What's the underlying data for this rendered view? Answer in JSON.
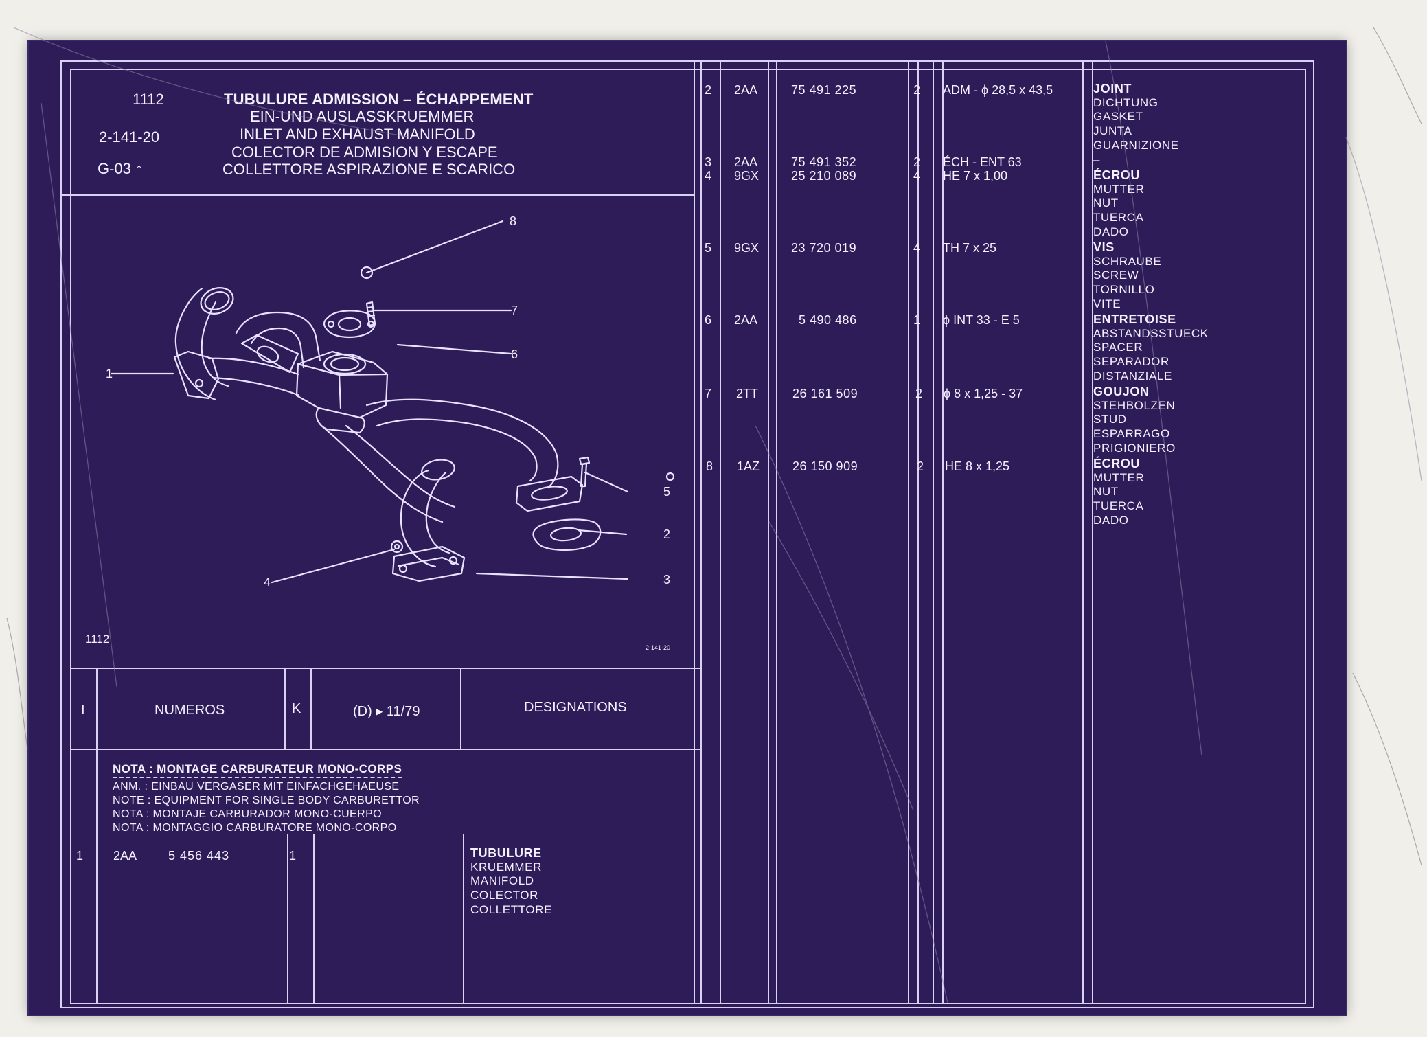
{
  "header": {
    "code": "1112",
    "ref": "2-141-20",
    "group": "G-03",
    "group_arrow": "↑",
    "titles": [
      "TUBULURE ADMISSION – ÉCHAPPEMENT",
      "EIN-UND AUSLASSKRUEMMER",
      "INLET AND EXHAUST MANIFOLD",
      "COLECTOR DE ADMISION Y ESCAPE",
      "COLLETTORE ASPIRAZIONE E SCARICO"
    ]
  },
  "diagram": {
    "code": "1112",
    "small_ref": "2-141-20",
    "callouts": [
      "1",
      "2",
      "3",
      "4",
      "5",
      "6",
      "7",
      "8"
    ]
  },
  "legend": {
    "col_index": "I",
    "col_numbers": "NUMEROS",
    "col_k": "K",
    "col_date": "(D) ▸ 11/79",
    "col_designations": "DESIGNATIONS"
  },
  "note": {
    "head": "NOTA : MONTAGE CARBURATEUR MONO-CORPS",
    "lines": [
      "ANM.   : EINBAU VERGASER MIT EINFACHGEHAEUSE",
      "NOTE  : EQUIPMENT FOR SINGLE BODY CARBURETTOR",
      "NOTA  : MONTAJE CARBURADOR MONO-CUERPO",
      "NOTA  : MONTAGGIO CARBURATORE MONO-CORPO"
    ],
    "part": {
      "index": "1",
      "code": "2AA",
      "number": "5 456 443",
      "qty": "1",
      "designations": [
        "TUBULURE",
        "KRUEMMER",
        "MANIFOLD",
        "COLECTOR",
        "COLLETTORE"
      ]
    }
  },
  "parts": [
    {
      "index": "2",
      "code": "2AA",
      "number": "75 491 225",
      "qty": "2",
      "spec": "ADM - ϕ 28,5 x 43,5",
      "designations": [
        "JOINT",
        "DICHTUNG",
        "GASKET",
        "JUNTA",
        "GUARNIZIONE",
        "–"
      ]
    },
    {
      "index": "3",
      "code": "2AA",
      "number": "75 491 352",
      "qty": "2",
      "spec": "ÉCH -  ENT 63",
      "designations": []
    },
    {
      "index": "4",
      "code": "9GX",
      "number": "25 210 089",
      "qty": "4",
      "spec": "HE 7 x 1,00",
      "designations": [
        "ÉCROU",
        "MUTTER",
        "NUT",
        "TUERCA",
        "DADO"
      ]
    },
    {
      "index": "5",
      "code": "9GX",
      "number": "23 720 019",
      "qty": "4",
      "spec": "TH 7 x 25",
      "designations": [
        "VIS",
        "SCHRAUBE",
        "SCREW",
        "TORNILLO",
        "VITE"
      ]
    },
    {
      "index": "6",
      "code": "2AA",
      "number": "5 490 486",
      "qty": "1",
      "spec": "ϕ INT 33 - E 5",
      "designations": [
        "ENTRETOISE",
        "ABSTANDSSTUECK",
        "SPACER",
        "SEPARADOR",
        "DISTANZIALE"
      ]
    },
    {
      "index": "7",
      "code": "2TT",
      "number": "26 161 509",
      "qty": "2",
      "spec": "ϕ 8 x 1,25 - 37",
      "designations": [
        "GOUJON",
        "STEHBOLZEN",
        "STUD",
        "ESPARRAGO",
        "PRIGIONIERO"
      ]
    },
    {
      "index": "8",
      "code": "1AZ",
      "number": "26 150 909",
      "qty": "2",
      "spec": "HE 8 x 1,25",
      "designations": [
        "ÉCROU",
        "MUTTER",
        "NUT",
        "TUERCA",
        "DADO"
      ]
    }
  ]
}
